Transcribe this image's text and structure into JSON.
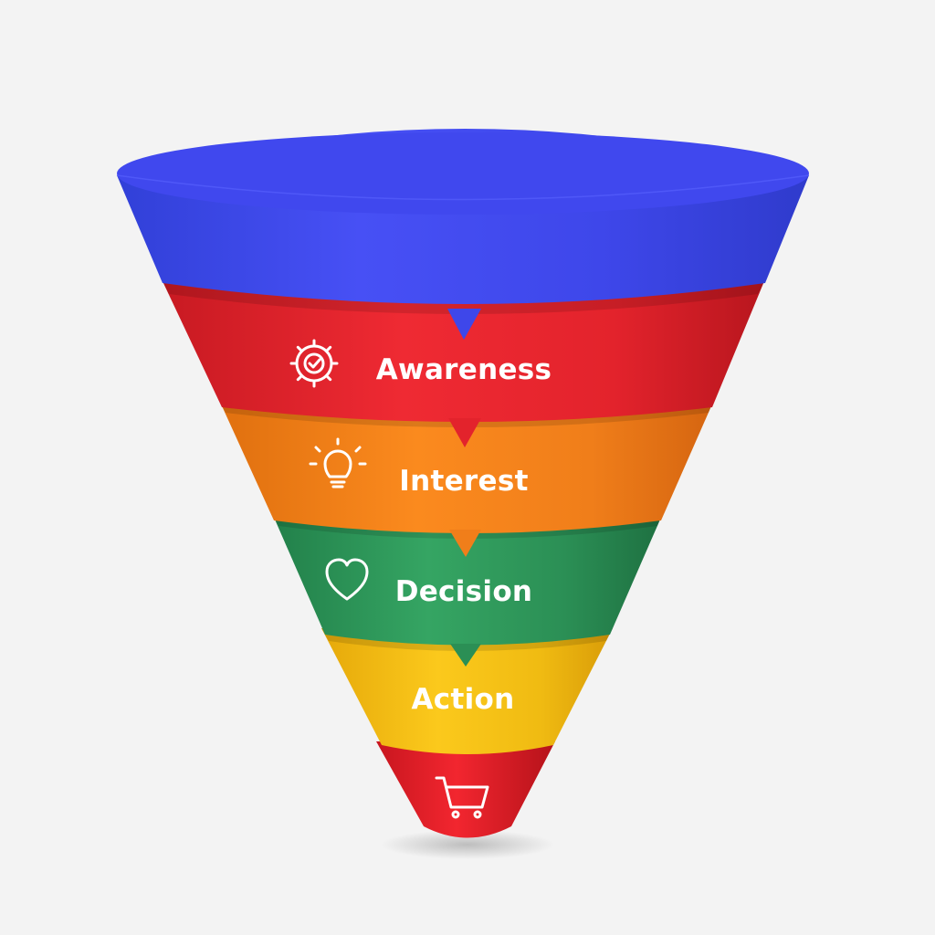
{
  "funnel": {
    "stages": [
      {
        "label": "Awareness",
        "icon": "gear-check-icon",
        "color": "#e8242e"
      },
      {
        "label": "Interest",
        "icon": "lightbulb-icon",
        "color": "#f5821f"
      },
      {
        "label": "Decision",
        "icon": "heart-icon",
        "color": "#2e9a5a"
      },
      {
        "label": "Action",
        "icon": "",
        "color": "#f2be12"
      }
    ],
    "rim_color": "#4049ec",
    "tip": {
      "icon": "shopping-cart-icon",
      "color": "#ea1f2c"
    }
  }
}
